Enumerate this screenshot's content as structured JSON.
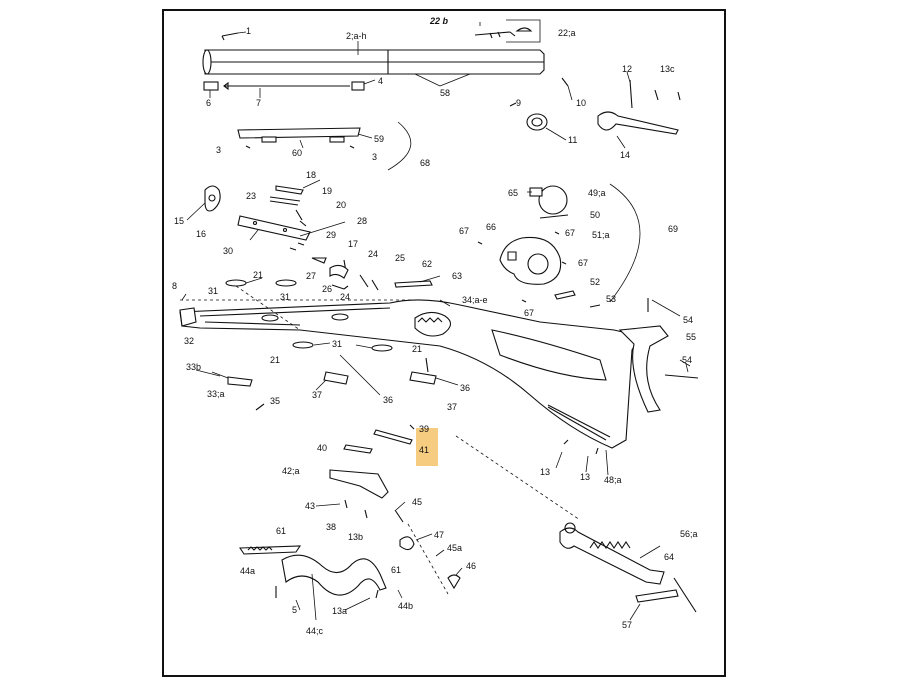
{
  "diagram": {
    "title": "",
    "highlight": {
      "label": "41",
      "color": "#f5c46a"
    },
    "labels": {
      "p1": "1",
      "p2ah": "2;a-h",
      "p22b": "22 b",
      "p22a": "22;a",
      "p4": "4",
      "p58": "58",
      "p6": "6",
      "p7": "7",
      "p9": "9",
      "p10": "10",
      "p11": "11",
      "p12": "12",
      "p13c": "13c",
      "p14": "14",
      "p3a": "3",
      "p59": "59",
      "p60": "60",
      "p3b": "3",
      "p68": "68",
      "p18": "18",
      "p19": "19",
      "p20": "20",
      "p23": "23",
      "p15": "15",
      "p16": "16",
      "p28": "28",
      "p29": "29",
      "p30": "30",
      "p65": "65",
      "p49a": "49;a",
      "p50": "50",
      "p69": "69",
      "p67a": "67",
      "p66": "66",
      "p67b": "67",
      "p51a": "51;a",
      "p67c": "67",
      "p17": "17",
      "p24a": "24",
      "p25": "25",
      "p62": "62",
      "p63": "63",
      "p21a": "21",
      "p27": "27",
      "p26": "26",
      "p24b": "24",
      "p8": "8",
      "p31a": "31",
      "p31b": "31",
      "p52": "52",
      "p53": "53",
      "p67d": "67",
      "p34ae": "34;a-e",
      "p54a": "54",
      "p55": "55",
      "p32": "32",
      "p31c": "31",
      "p21b": "21",
      "p21c": "21",
      "p54b": "54",
      "p33b": "33b",
      "p33a": "33;a",
      "p37a": "37",
      "p36a": "36",
      "p36b": "36",
      "p37b": "37",
      "p35": "35",
      "p39": "39",
      "p41": "41",
      "p40": "40",
      "p13a": "13",
      "p13b": "13",
      "p48a": "48;a",
      "p42a": "42;a",
      "p43": "43",
      "p45": "45",
      "p38": "38",
      "p13bb": "13b",
      "p47": "47",
      "p61a": "61",
      "p44a": "44a",
      "p45a": "45a",
      "p61b": "61",
      "p46": "46",
      "p56a": "56;a",
      "p64": "64",
      "p5": "5",
      "p13aa": "13a",
      "p44b": "44b",
      "p44c": "44;c",
      "p57": "57"
    }
  }
}
